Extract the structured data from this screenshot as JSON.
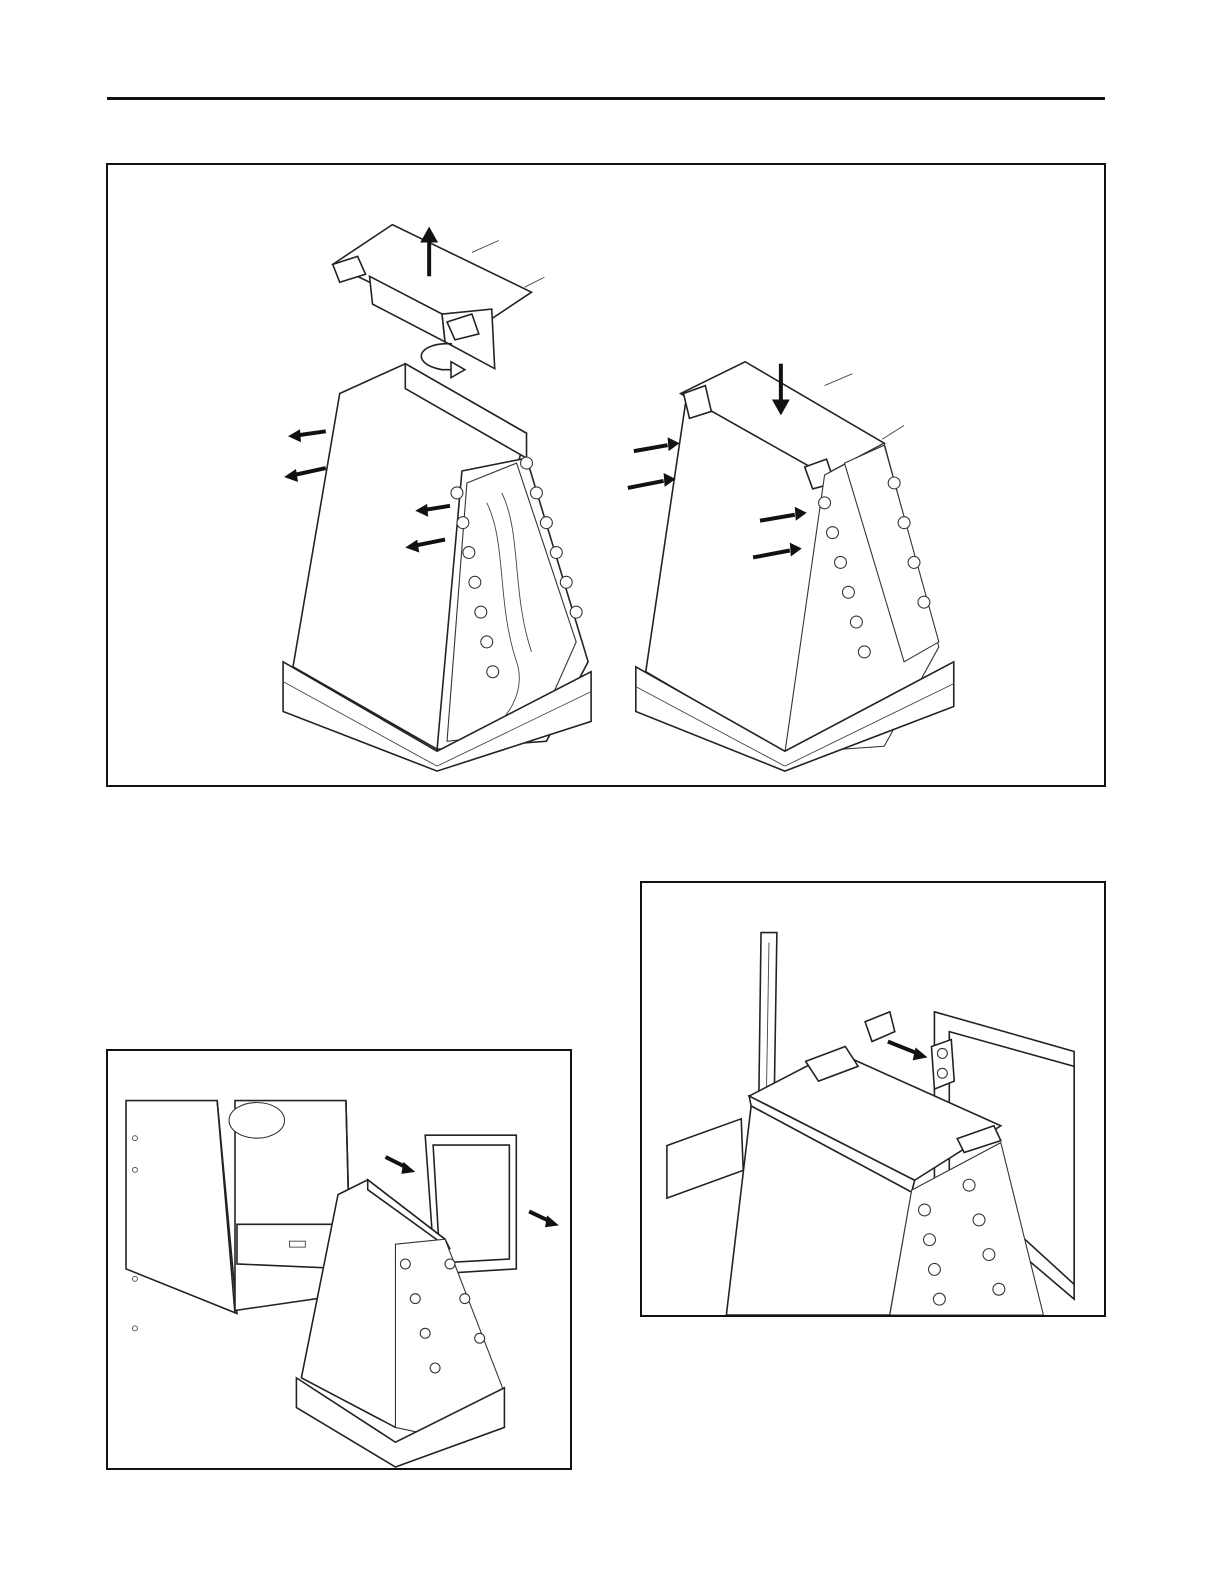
{
  "page": {
    "header_rule": true
  },
  "figures": [
    {
      "id": "top",
      "caption": ""
    },
    {
      "id": "bottom-left",
      "caption": ""
    },
    {
      "id": "bottom-right",
      "caption": ""
    }
  ],
  "colors": {
    "ink": "#222222",
    "background": "#ffffff"
  },
  "icons": [
    "up-arrow-icon",
    "down-arrow-icon",
    "rotate-arrow-icon",
    "pointer-arrow-icon"
  ]
}
